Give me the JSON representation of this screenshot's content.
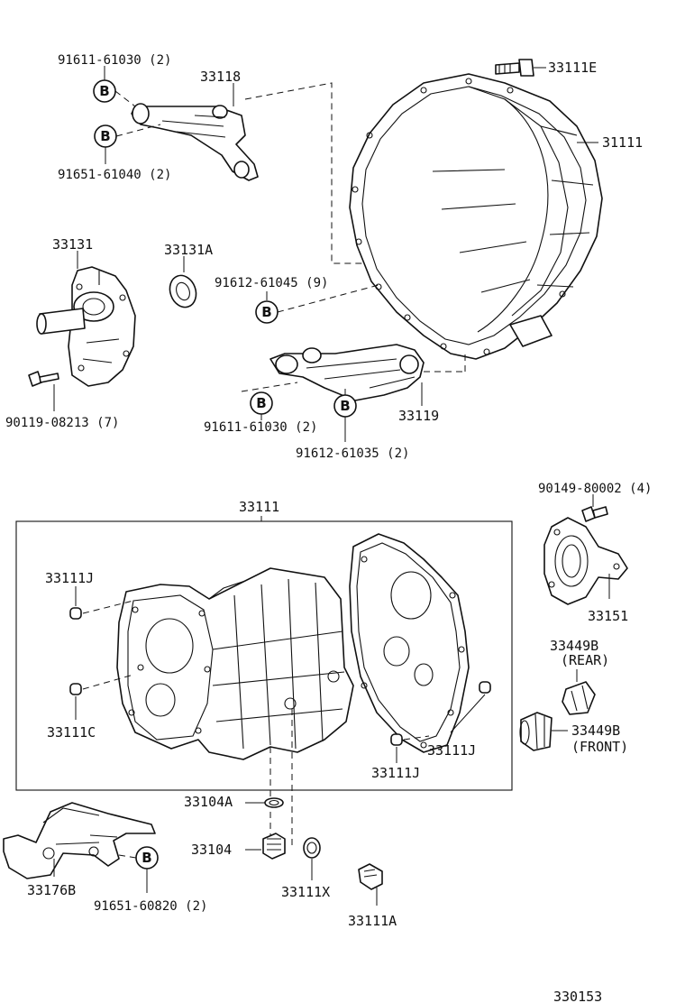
{
  "diagram": {
    "catalog_id": "330153",
    "bolt_marker": "B",
    "colors": {
      "ink": "#111111",
      "paper": "#ffffff"
    },
    "labels": {
      "p91611_61030_top": "91611-61030 (2)",
      "p33118": "33118",
      "p91651_61040": "91651-61040 (2)",
      "p33111E": "33111E",
      "p31111": "31111",
      "p33131": "33131",
      "p33131A": "33131A",
      "p91612_61045": "91612-61045 (9)",
      "p90119_08213": "90119-08213 (7)",
      "p91611_61030_mid": "91611-61030 (2)",
      "p33119": "33119",
      "p91612_61035": "91612-61035 (2)",
      "p33111_box": "33111",
      "p90149_80002": "90149-80002 (4)",
      "p33151": "33151",
      "p33449B_rear": "33449B",
      "rear_note": "(REAR)",
      "p33111J_a": "33111J",
      "p33111C": "33111C",
      "p33111J_b": "33111J",
      "p33111J_c": "33111J",
      "p33449B_front": "33449B",
      "front_note": "(FRONT)",
      "p33104A": "33104A",
      "p33104": "33104",
      "p33176B": "33176B",
      "p91651_60820": "91651-60820 (2)",
      "p33111X": "33111X",
      "p33111A": "33111A"
    }
  }
}
